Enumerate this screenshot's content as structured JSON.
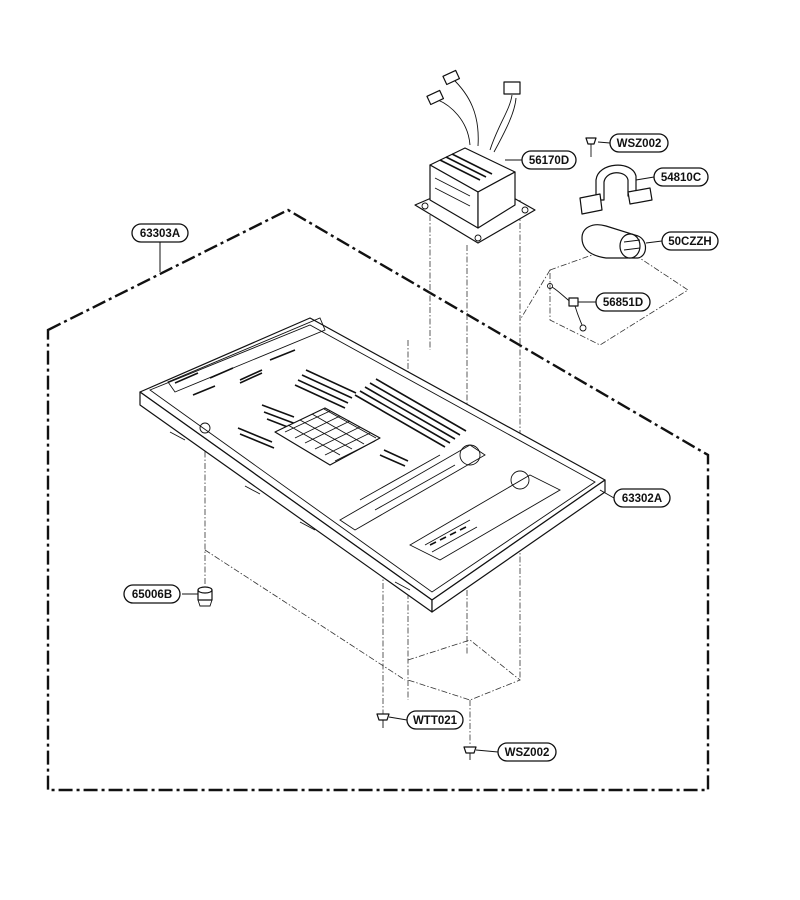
{
  "labels": {
    "cover_plate": "63303A",
    "base_plate": "63302A",
    "transformer": "56170D",
    "screw_top": "WSZ002",
    "bracket": "54810C",
    "capacitor": "50CZZH",
    "diode": "56851D",
    "foot": "65006B",
    "screw_mid": "WTT021",
    "screw_bottom": "WSZ002"
  }
}
